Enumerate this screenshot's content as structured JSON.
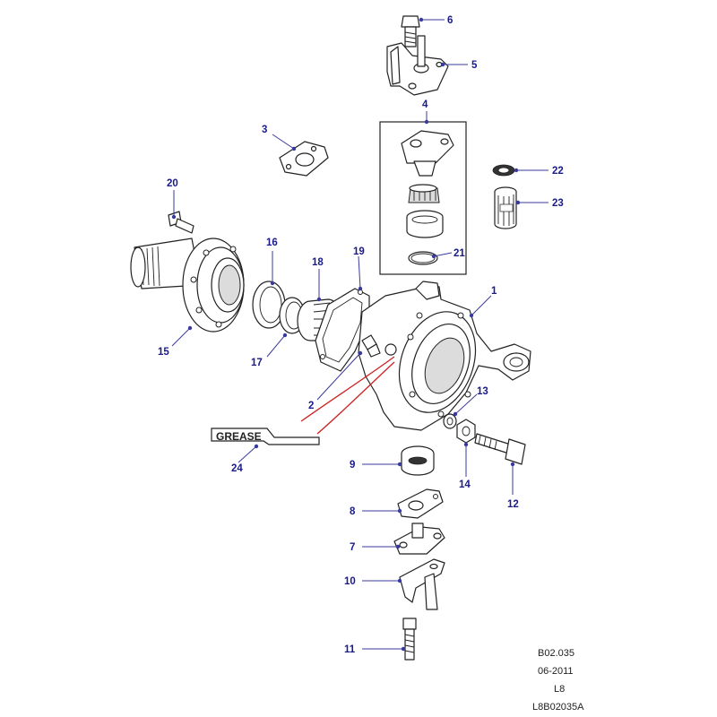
{
  "callouts": {
    "c1": "1",
    "c2": "2",
    "c3": "3",
    "c4": "4",
    "c5": "5",
    "c6": "6",
    "c7": "7",
    "c8": "8",
    "c9": "9",
    "c10": "10",
    "c11": "11",
    "c12": "12",
    "c13": "13",
    "c14": "14",
    "c15": "15",
    "c16": "16",
    "c17": "17",
    "c18": "18",
    "c19": "19",
    "c20": "20",
    "c21": "21",
    "c22": "22",
    "c23": "23",
    "c24": "24"
  },
  "grease_label": "GREASE",
  "meta": {
    "ref": "B02.035",
    "date": "06-2011",
    "code": "L8",
    "image_id": "L8B02035A"
  },
  "colors": {
    "callout_text": "#1a1a8c",
    "grease_lines": "#cc2222",
    "outline": "#222222"
  }
}
